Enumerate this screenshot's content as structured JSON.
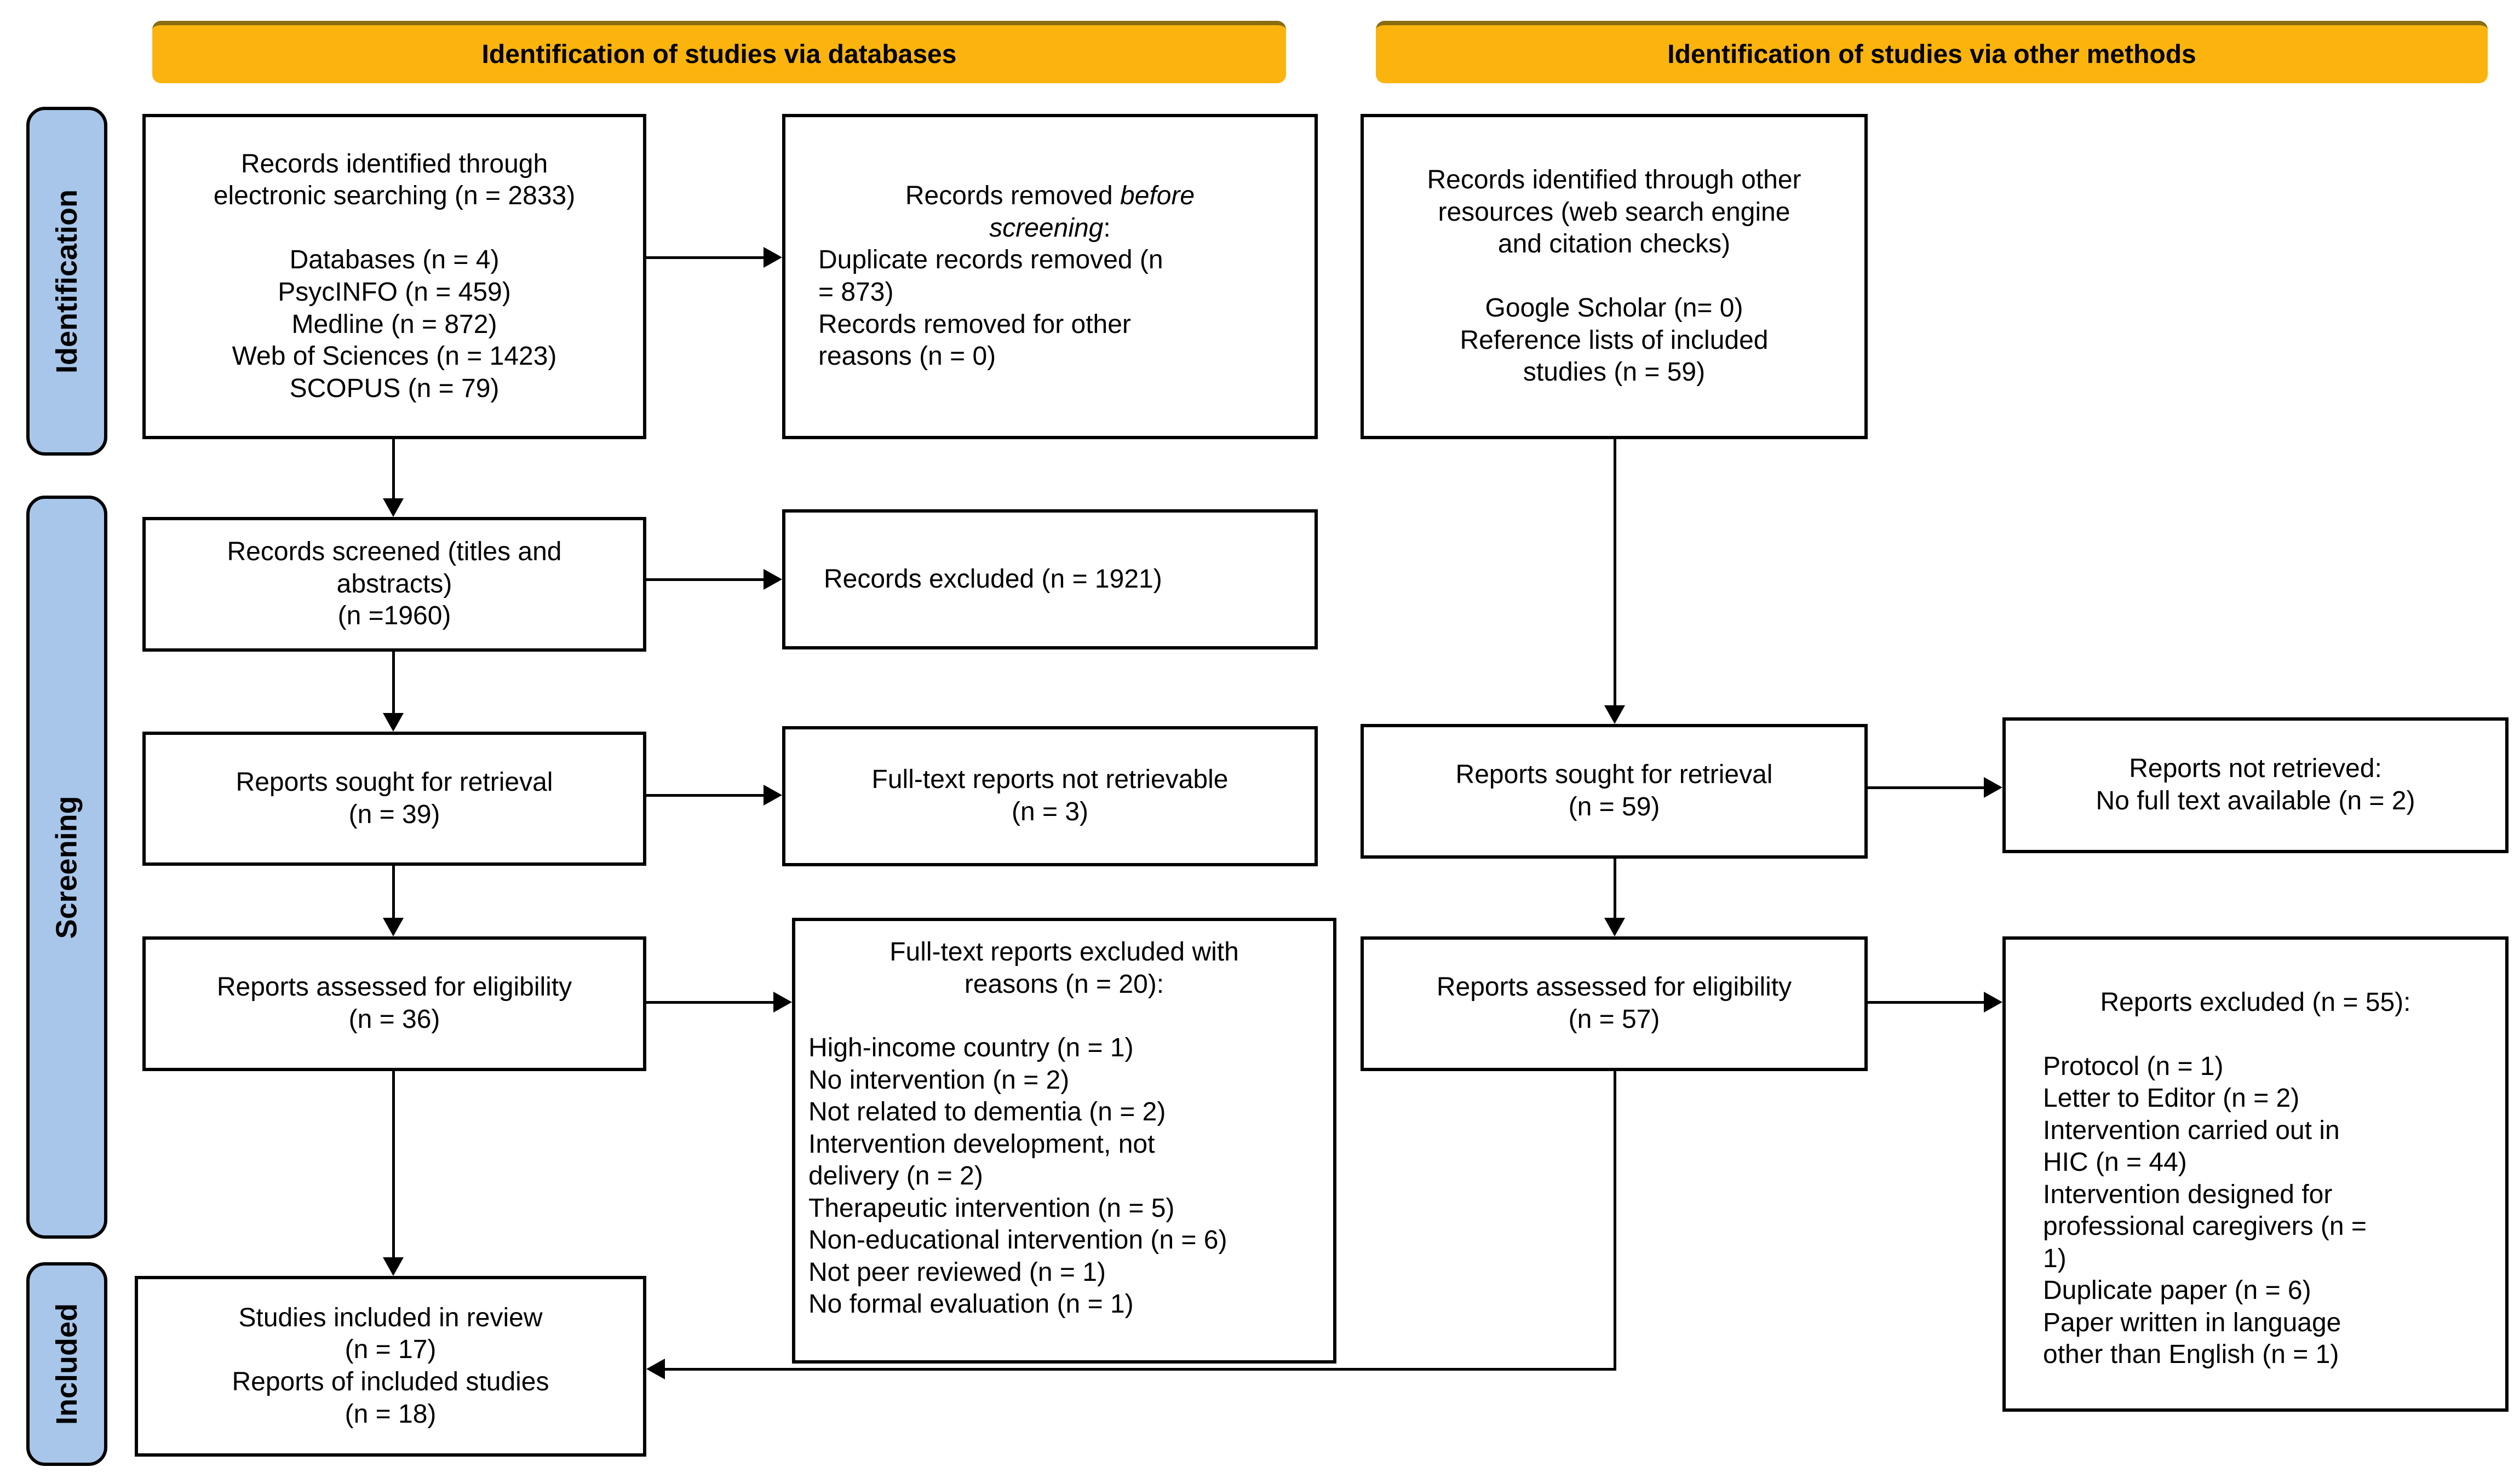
{
  "headers": {
    "left": "Identification of studies via databases",
    "right": "Identification of studies via other methods"
  },
  "phases": {
    "identification": "Identification",
    "screening": "Screening",
    "included": "Included"
  },
  "colors": {
    "header_bg": "#FBB40D",
    "phase_bg": "#A8C6E9",
    "box_border": "#000000"
  },
  "boxes": {
    "a1": {
      "text": "Records identified through\nelectronic searching (n = 2833)\n\nDatabases (n = 4)\nPsycINFO (n = 459)\nMedline (n = 872)\nWeb of Sciences (n = 1423)\nSCOPUS (n = 79)"
    },
    "b1": {
      "title_prefix": "Records removed ",
      "title_italic": "before\nscreening",
      "title_suffix": ":",
      "items": "Duplicate records removed (n\n= 873)\nRecords removed for other\nreasons (n = 0)"
    },
    "c1": {
      "text": "Records identified through other\nresources (web search engine\nand citation checks)\n\nGoogle Scholar (n= 0)\nReference lists of included\nstudies (n = 59)"
    },
    "a2": {
      "text": "Records screened (titles and\nabstracts)\n(n =1960)"
    },
    "b2": {
      "text": "Records excluded (n = 1921)"
    },
    "a3": {
      "text": "Reports sought for retrieval\n(n = 39)"
    },
    "b3": {
      "text": "Full-text reports not retrievable\n(n = 3)"
    },
    "c2": {
      "text": "Reports sought for retrieval\n(n = 59)"
    },
    "d1": {
      "text": "Reports not retrieved:\nNo full text available (n = 2)"
    },
    "a4": {
      "text": "Reports assessed for eligibility\n(n = 36)"
    },
    "b4": {
      "title": "Full-text reports excluded with\nreasons (n = 20):",
      "items": "High-income country (n = 1)\nNo intervention (n = 2)\nNot related to dementia (n = 2)\nIntervention development, not\ndelivery (n = 2)\nTherapeutic intervention (n = 5)\nNon-educational intervention (n = 6)\nNot peer reviewed (n = 1)\nNo formal evaluation (n = 1)"
    },
    "c3": {
      "text": "Reports assessed for eligibility\n(n = 57)"
    },
    "d2": {
      "title": "Reports excluded (n = 55):",
      "items": "Protocol (n = 1)\nLetter to Editor (n = 2)\nIntervention carried out in\nHIC (n = 44)\nIntervention designed for\nprofessional caregivers (n =\n1)\nDuplicate paper (n = 6)\nPaper written in language\nother than English (n = 1)"
    },
    "a5": {
      "text": "Studies included in review\n(n = 17)\nReports of included studies\n(n = 18)"
    }
  }
}
